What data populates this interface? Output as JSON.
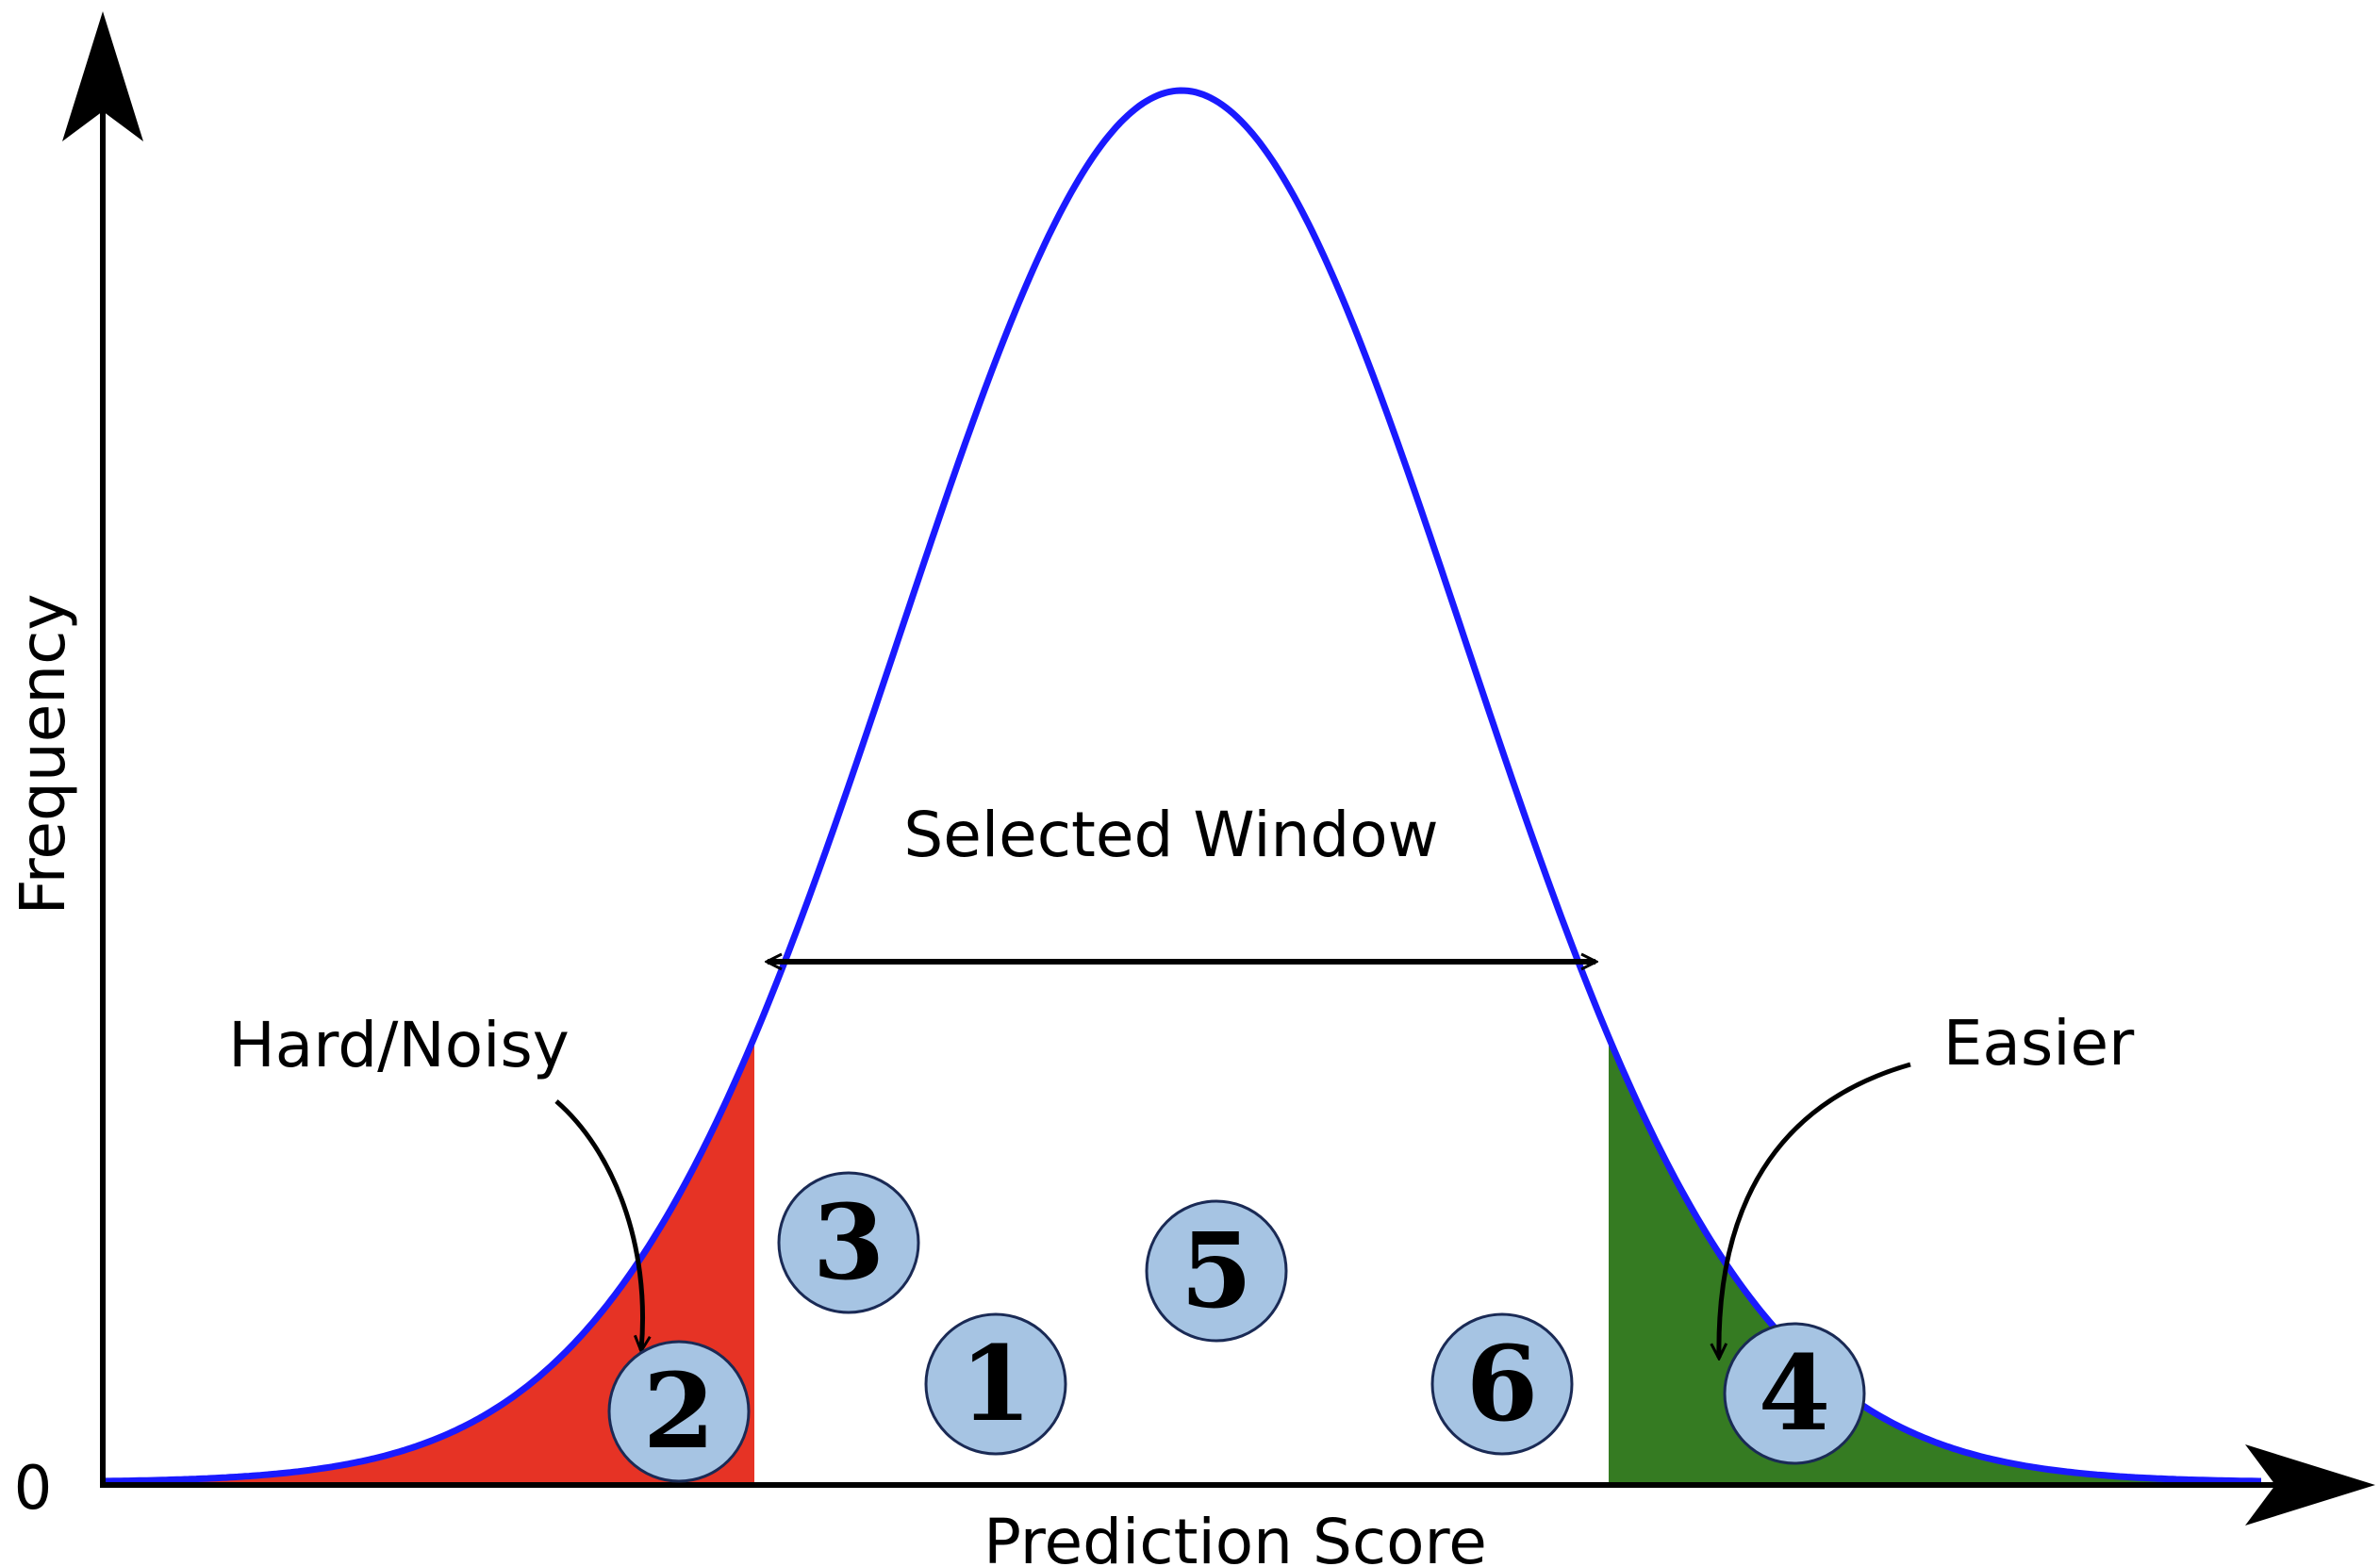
{
  "axes": {
    "y_label": "Frequency",
    "x_label": "Prediction Score",
    "origin_label": "0"
  },
  "annotations": {
    "window": "Selected Window",
    "hard": "Hard/Noisy",
    "easier": "Easier"
  },
  "samples": [
    {
      "id": "3",
      "label": "3"
    },
    {
      "id": "5",
      "label": "5"
    },
    {
      "id": "1",
      "label": "1"
    },
    {
      "id": "6",
      "label": "6"
    },
    {
      "id": "2",
      "label": "2"
    },
    {
      "id": "4",
      "label": "4"
    }
  ],
  "colors": {
    "curve": "#1a1aff",
    "hard_region": "#e63325",
    "easy_region": "#357b22",
    "sample_fill": "#a6c4e3",
    "sample_stroke": "#1a2a55"
  }
}
